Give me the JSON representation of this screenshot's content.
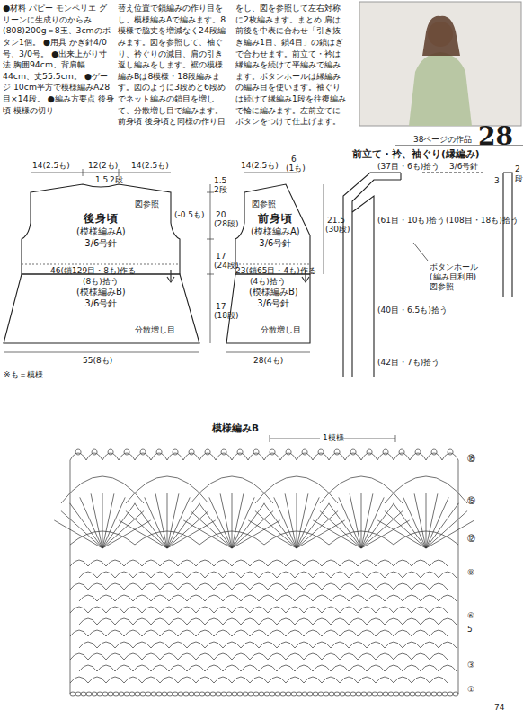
{
  "diagram": {
    "nodes": [
      {
        "text": [
          "後身頃",
          "(模様編みA)",
          "3/6号針"
        ]
      },
      {
        "text": [
          "(模様編みB)",
          "3/6号針"
        ]
      },
      {
        "text": [
          "前身頃",
          "(模様編みA)",
          "3/6号針"
        ]
      },
      {
        "text": [
          "(模様編みB)",
          "3/6号針"
        ]
      }
    ],
    "labels": [
      "●材料 パピー モンペリエ グリーンに生成りのからみ(808)200g＝8玉、3cmのボタン1個。 ●用具 かぎ針4/0号、3/0号。 ●出来上がり寸法 胸囲94cm、背肩幅44cm、丈55.5cm。 ●ゲージ 10cm平方で模様編みA28目×14段。 ●編み方要点 後身頃 模様の切り",
      "替え位置で鎖編みの作り目をし、模様編みAで編みます。8模様で脇丈を増減なく24段編みます。図を参照して、袖ぐり、衿ぐりの減目、肩の引き返し編みをします。裾の模様編みBは8模様・18段編みます。図のように3段めと6段めでネット編みの鎖目を増して、分散増し目で編みます。前身頃 後身頃と同様の作り目",
      "をし、図を参照して左右対称に2枚編みます。まとめ 肩は前後を中表に合わせ「引き抜き編み1目、鎖4目」の鎖はぎで合わせます。前立て・衿は縁編みを続けて平編みで編みます。ボタンホールは縁編みの編み目を使います。袖ぐりは続けて縁編み1段を往復編みで輪に編みます。左前立てにボタンをつけて仕上げます。",
      "38ページの作品",
      "28",
      "14(2.5も)",
      "12(2も)",
      "14(2.5も)",
      "1.5",
      "2段",
      "1.5",
      "2段",
      "20",
      "(28段)",
      "17",
      "(24段)",
      "17",
      "(18段)",
      "(-0.5も)",
      "図参照",
      "46(鎖129目・8も)作る",
      "(8も)拾う",
      "分散増し目",
      "55(8も)",
      "※も＝模様",
      "14(2.5も)",
      "6",
      "(1も)",
      "21.5",
      "(30段)",
      "図参照",
      "23(鎖65目・4も)作る",
      "(4も)拾う",
      "分散増し目",
      "28(4も)",
      "前立て・衿、袖ぐり(縁編み)",
      "(37目・6も)拾う",
      "3/6号針",
      "3",
      "2",
      "段",
      "(61目・10も)拾う",
      "(108目・18も)拾う",
      "ボタンホール",
      "(編み目利用)",
      "図参照",
      "(40目・6.5も)拾う",
      "(42目・7も)拾う",
      "模様編みB",
      "1模様",
      "⑱",
      "⑮",
      "⑫",
      "⑨",
      "⑥",
      "5",
      "③",
      "①",
      "74"
    ]
  }
}
